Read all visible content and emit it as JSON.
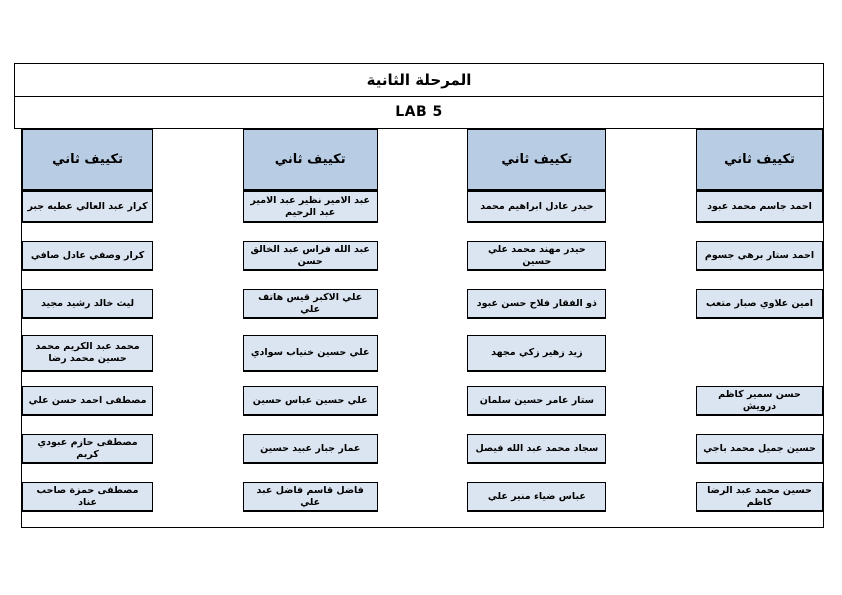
{
  "header": {
    "stage": "المرحلة الثانية",
    "lab": "LAB 5"
  },
  "colors": {
    "group_header_fill": "#b8cce4",
    "name_cell_fill": "#dbe5f1",
    "border": "#000000"
  },
  "groups": [
    {
      "header": "تكييف ثاني",
      "students": [
        "احمد جاسم محمد عبود",
        "احمد ستار برهي جسوم",
        "امين علاوي صبار متعب",
        "",
        "حسن سمير كاظم درويش",
        "حسين جميل محمد باجي",
        "حسين محمد عبد الرضا كاظم"
      ]
    },
    {
      "header": "تكييف ثاني",
      "students": [
        "حيدر عادل ابراهيم محمد",
        "حيدر مهند محمد علي حسين",
        "ذو الفقار فلاح حسن عبود",
        "زيد زهير زكي مجهد",
        "ستار عامر حسين سلمان",
        "سجاد محمد عبد الله فيصل",
        "عباس ضياء منير علي"
      ]
    },
    {
      "header": "تكييف ثاني",
      "students": [
        "عبد الامير نظير عبد الامير عبد الرحيم",
        "عبد الله فراس عبد الخالق حسن",
        "علي الاكبر قيس هاتف علي",
        "علي حسين خنياب سوادي",
        "علي حسين عباس حسين",
        "عمار جبار عبيد حسين",
        "فاضل قاسم فاضل عبد علي"
      ]
    },
    {
      "header": "تكييف ثاني",
      "students": [
        "كرار عبد العالي عطيه جبر",
        "كرار وصفي عادل صافي",
        "ليث خالد رشيد مجيد",
        "محمد عبد الكريم محمد حسين محمد رضا",
        "مصطفى احمد حسن علي",
        "مصطفى حازم عبودي كريم",
        "مصطفى حمزة صاحب عناد"
      ]
    }
  ]
}
